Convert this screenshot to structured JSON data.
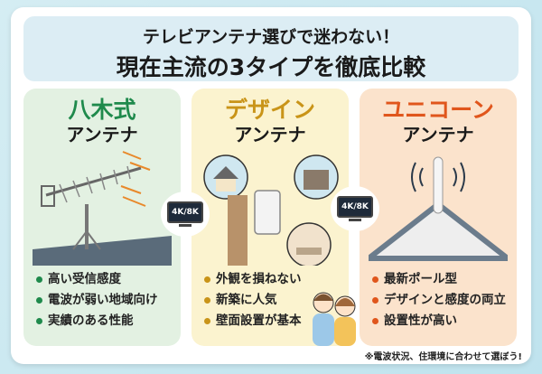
{
  "header": {
    "line1": "テレビアンテナ選びで迷わない！",
    "line2": "現在主流の3タイプを徹底比較"
  },
  "panels": [
    {
      "title": "八木式",
      "subtitle": "アンテナ",
      "color": "#1f8a4c",
      "features": [
        "高い受信感度",
        "電波が弱い地域向け",
        "実績のある性能"
      ]
    },
    {
      "title": "デザイン",
      "subtitle": "アンテナ",
      "color": "#c99418",
      "features": [
        "外観を損ねない",
        "新築に人気",
        "壁面設置が基本"
      ]
    },
    {
      "title": "ユニコーン",
      "subtitle": "アンテナ",
      "color": "#e0561c",
      "features": [
        "最新ポール型",
        "デザインと感度の両立",
        "設置性が高い"
      ]
    }
  ],
  "tv_label": "4K/8K",
  "note": "※電波状況、住環境に合わせて選ぼう!"
}
